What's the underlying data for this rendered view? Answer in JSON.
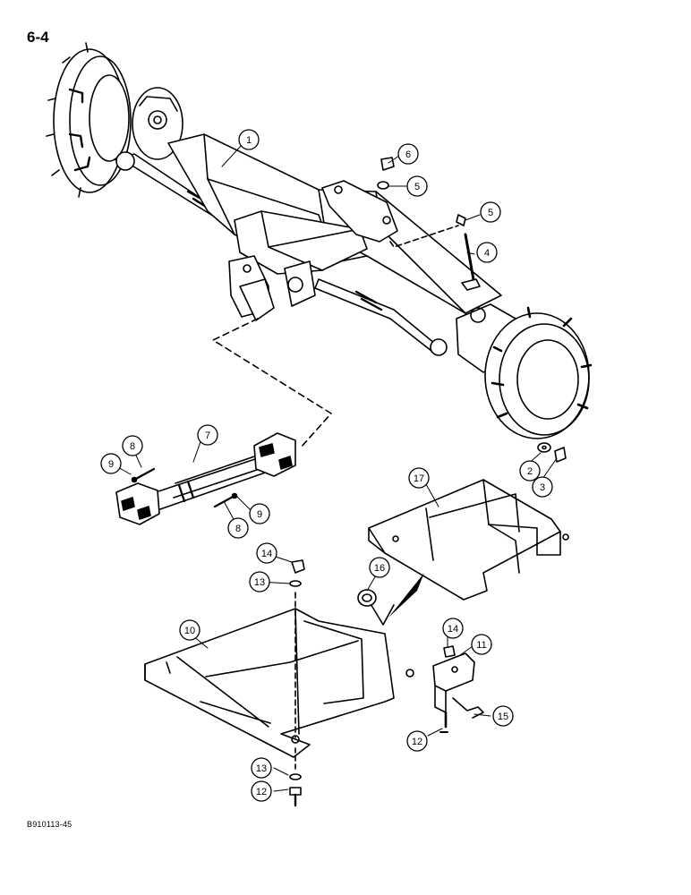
{
  "page": {
    "number": "6-4",
    "reference": "B910113-45"
  },
  "callouts": [
    "1",
    "2",
    "3",
    "4",
    "5",
    "5",
    "6",
    "7",
    "8",
    "8",
    "9",
    "9",
    "10",
    "11",
    "12",
    "12",
    "13",
    "13",
    "14",
    "14",
    "15",
    "16",
    "17"
  ],
  "colors": {
    "ink": "#000000",
    "paper": "#ffffff",
    "shade": "#9a9a9a"
  }
}
